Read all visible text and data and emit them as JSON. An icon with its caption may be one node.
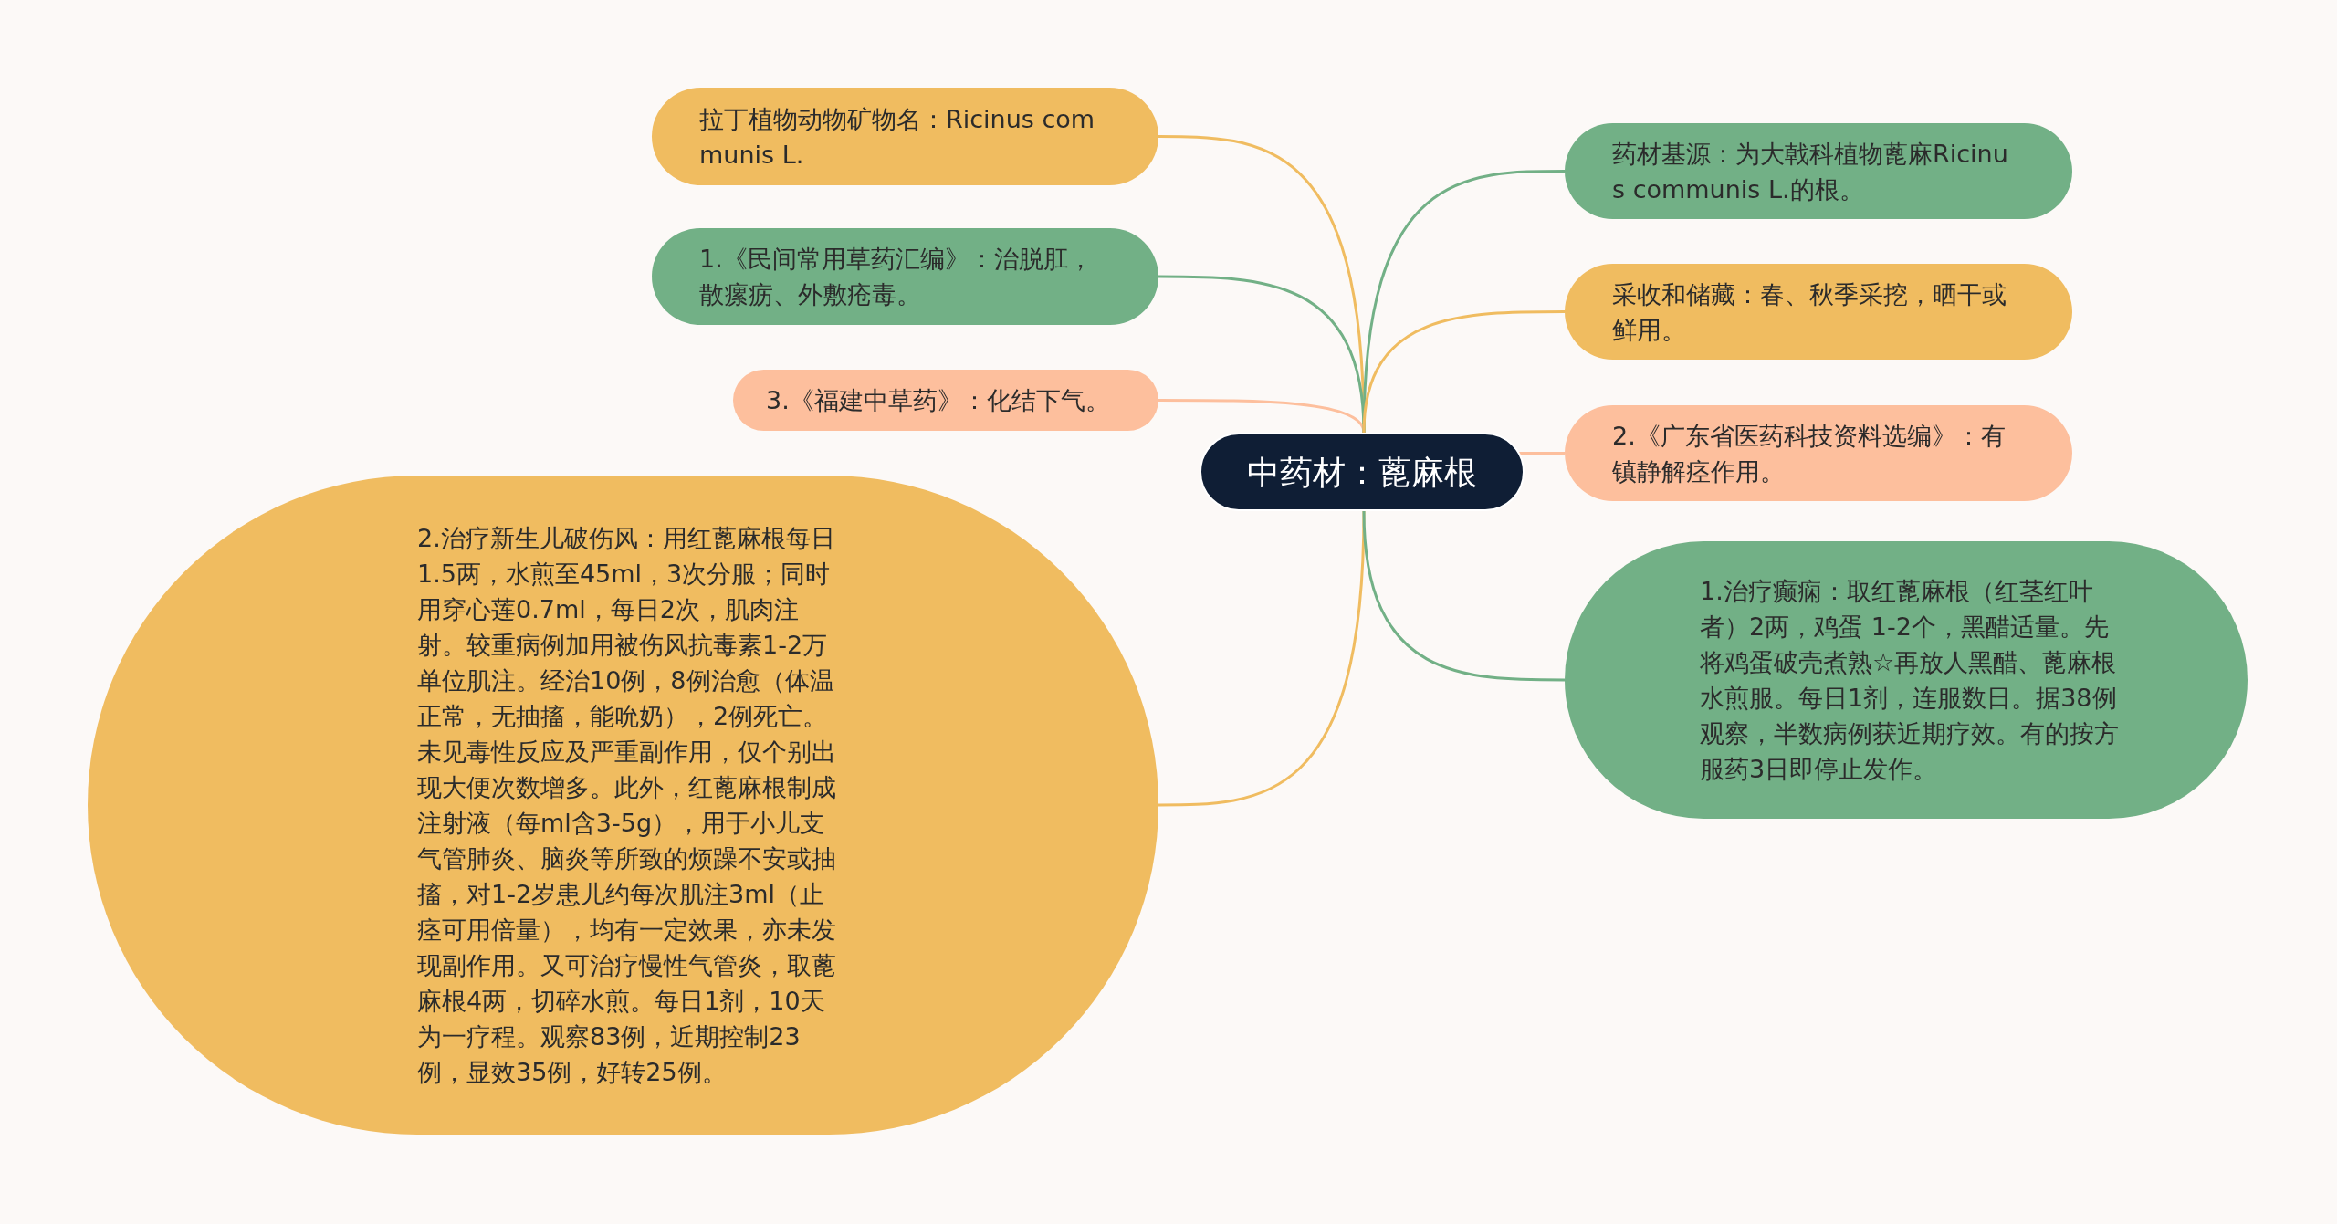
{
  "diagram": {
    "nodes": [
      {
        "text": [
          "中药材：蓖麻根"
        ]
      },
      {
        "text": [
          "拉丁植物动物矿物名：Ricinus communis L."
        ]
      },
      {
        "text": [
          "1.《民间常用草药汇编》：治脱肛，散瘰疬、外敷疮毒。"
        ]
      },
      {
        "text": [
          "3.《福建中草药》：化结下气。"
        ]
      },
      {
        "text": [
          "2.治疗新生儿破伤风：用红蓖麻根每日1.5两，水煎至45ml，3次分服；同时用穿心莲0.7ml，每日2次，肌肉注射。较重病例加用被伤风抗毒素1-2万单位肌注。经治10例，8例治愈（体温正常，无抽搐，能吮奶），2例死亡。未见毒性反应及严重副作用，仅个别出现大便次数增多。此外，红蓖麻根制成注射液（每ml含3-5g），用于小儿支气管肺炎、脑炎等所致的烦躁不安或抽搐，对1-2岁患儿约每次肌注3ml（止痉可用倍量），均有一定效果，亦未发现副作用。又可治疗慢性气管炎，取蓖麻根4两，切碎水煎。每日1剂，10天为一疗程。观察83例，近期控制23例，显效35例，好转25例。"
        ]
      },
      {
        "text": [
          "药材基源：为大戟科植物蓖麻Ricinus communis L.的根。"
        ]
      },
      {
        "text": [
          "采收和储藏：春、秋季采挖，晒干或鲜用。"
        ]
      },
      {
        "text": [
          "2.《广东省医药科技资料选编》：有镇静解痉作用。"
        ]
      },
      {
        "text": [
          "1.治疗癫痫：取红蓖麻根（红茎红叶者）2两，鸡蛋 1-2个，黑醋适量。先将鸡蛋破壳煮熟☆再放人黑醋、蓖麻根水煎服。每日1剂，连服数日。据38例观察，半数病例获近期疗效。有的按方服药3日即停止发作。"
        ]
      }
    ],
    "edges": [
      {
        "from": 0,
        "to": 1,
        "arrow": "none",
        "color": "#f0bc60"
      },
      {
        "from": 0,
        "to": 2,
        "arrow": "none",
        "color": "#72b086"
      },
      {
        "from": 0,
        "to": 3,
        "arrow": "none",
        "color": "#fdbf9d"
      },
      {
        "from": 0,
        "to": 4,
        "arrow": "none",
        "color": "#f0bc60"
      },
      {
        "from": 0,
        "to": 5,
        "arrow": "none",
        "color": "#72b086"
      },
      {
        "from": 0,
        "to": 6,
        "arrow": "none",
        "color": "#f0bc60"
      },
      {
        "from": 0,
        "to": 7,
        "arrow": "none",
        "color": "#fdbf9d"
      },
      {
        "from": 0,
        "to": 8,
        "arrow": "none",
        "color": "#72b086"
      }
    ]
  }
}
